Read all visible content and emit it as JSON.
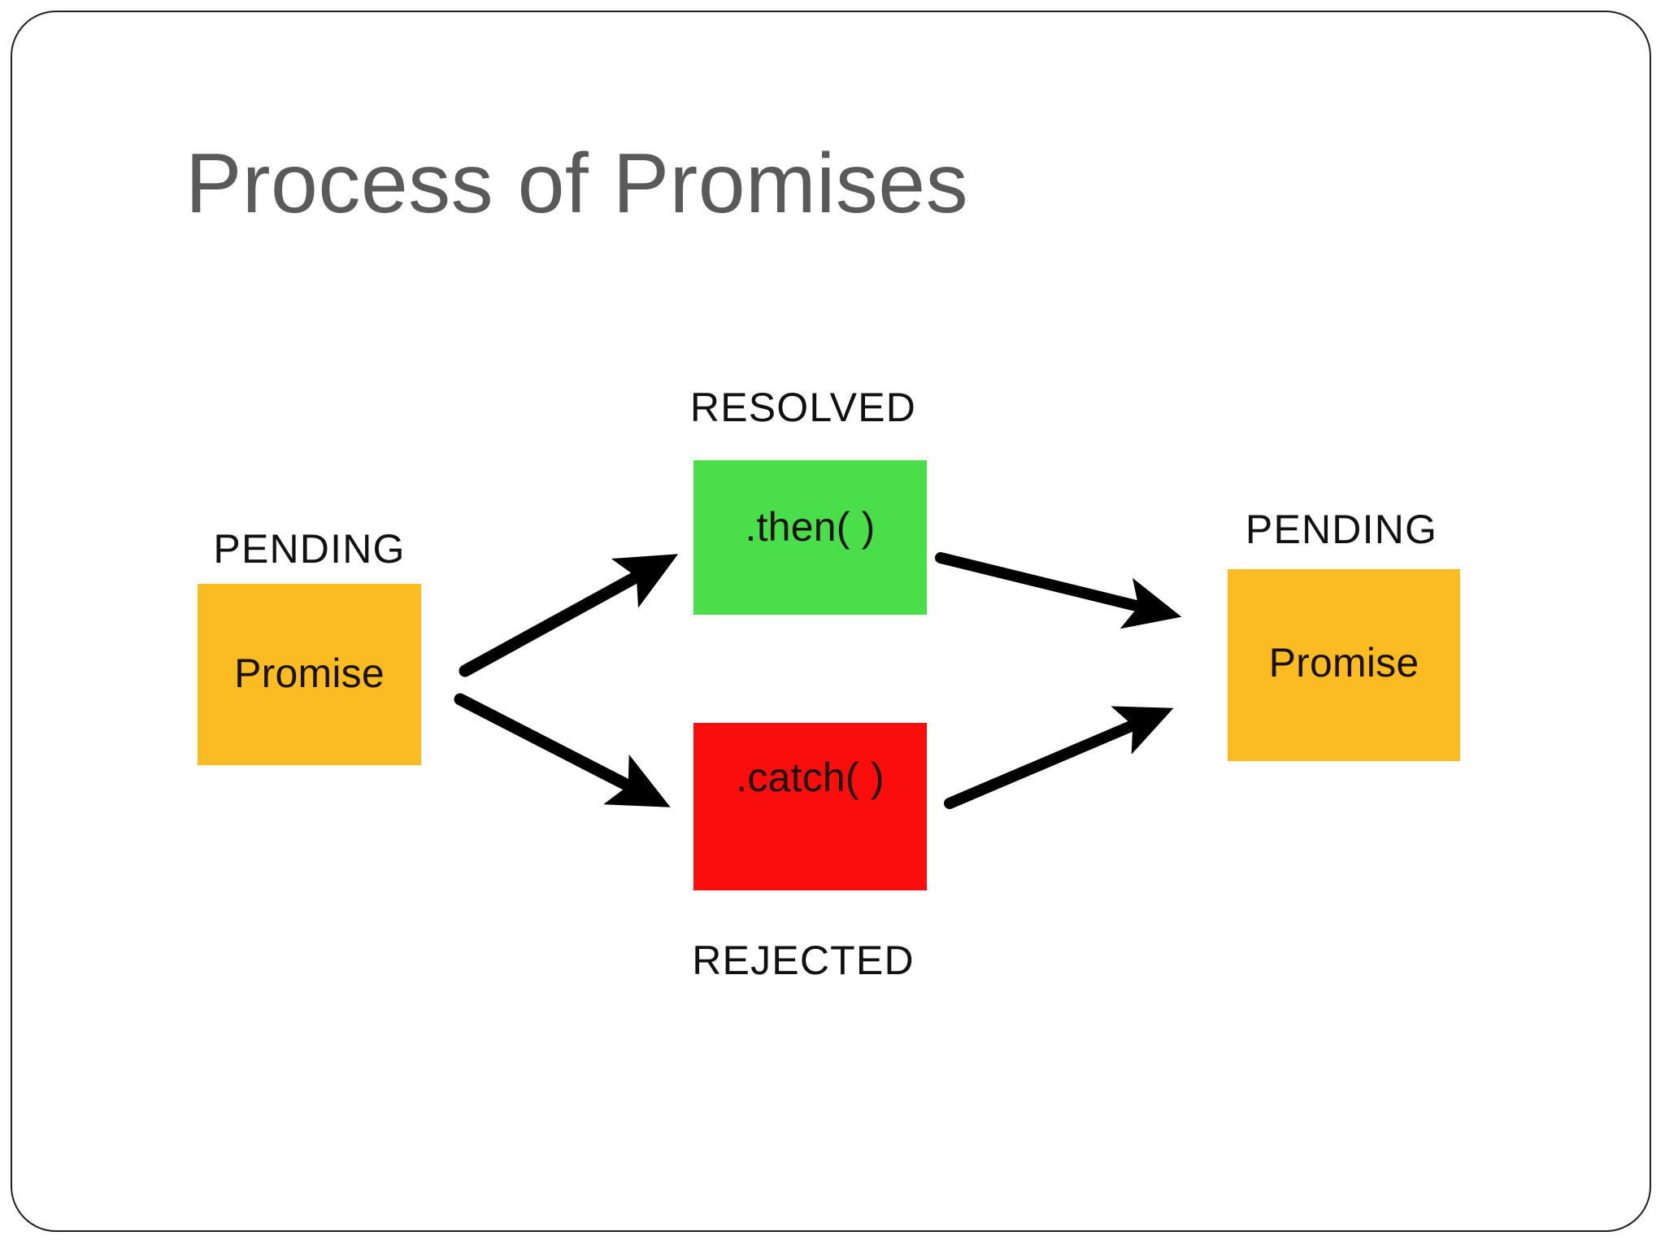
{
  "slide": {
    "title": "Process of Promises",
    "title_color": "#5a5a5a",
    "background_color": "#ffffff",
    "frame_border_color": "#231f20"
  },
  "diagram": {
    "type": "flow",
    "nodes": [
      {
        "id": "promise-left",
        "label": "Promise",
        "state_label": "PENDING",
        "state_position": "above",
        "fill": "#fbbc21",
        "text_color": "#1a1208"
      },
      {
        "id": "then",
        "label": ".then( )",
        "state_label": "RESOLVED",
        "state_position": "above",
        "fill": "#4ade4a",
        "text_color": "#1a1208"
      },
      {
        "id": "catch",
        "label": ".catch( )",
        "state_label": "REJECTED",
        "state_position": "below",
        "fill": "#fa0d0d",
        "text_color": "#1a1208"
      },
      {
        "id": "promise-right",
        "label": "Promise",
        "state_label": "PENDING",
        "state_position": "above",
        "fill": "#fbbc21",
        "text_color": "#1a1208"
      }
    ],
    "edges": [
      {
        "id": "edge-promise-to-then",
        "from": "promise-left",
        "to": "then",
        "label": "",
        "color": "#000000"
      },
      {
        "id": "edge-promise-to-catch",
        "from": "promise-left",
        "to": "catch",
        "label": "",
        "color": "#000000"
      },
      {
        "id": "edge-then-to-promise",
        "from": "then",
        "to": "promise-right",
        "label": "",
        "color": "#000000"
      },
      {
        "id": "edge-catch-to-promise",
        "from": "catch",
        "to": "promise-right",
        "label": "",
        "color": "#000000"
      }
    ]
  }
}
